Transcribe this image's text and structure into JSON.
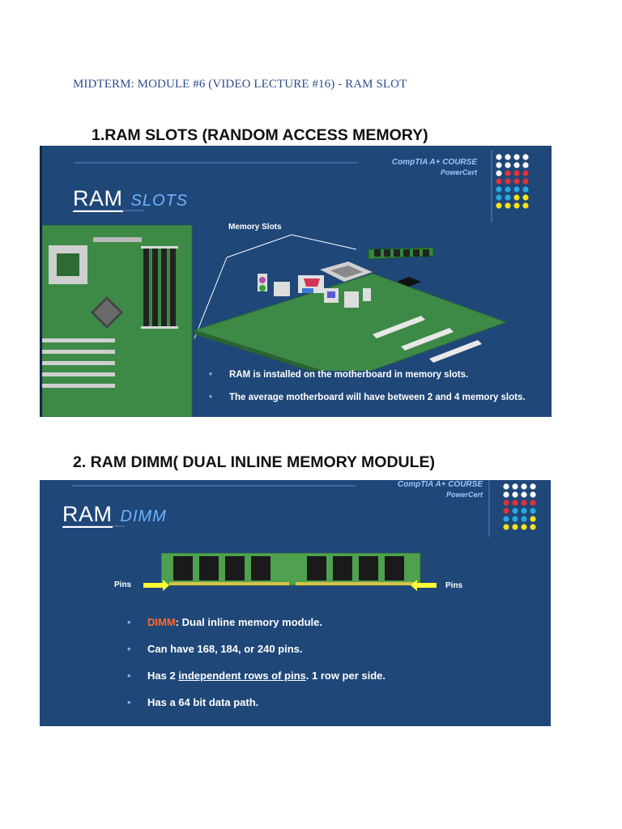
{
  "document": {
    "title": "MIDTERM: MODULE #6 (VIDEO LECTURE #16) - RAM SLOT"
  },
  "sections": [
    {
      "heading": "1.RAM SLOTS (RANDOM ACCESS MEMORY)",
      "slide": {
        "brand_line1": "CompTIA A+ COURSE",
        "brand_line2": "PowerCert",
        "title_main": "RAM",
        "title_sub": "SLOTS",
        "callout": "Memory Slots",
        "bullets": [
          "RAM is installed on the motherboard in memory slots.",
          "The average motherboard will have between 2 and 4 memory slots."
        ]
      }
    },
    {
      "heading": "2. RAM DIMM( DUAL INLINE MEMORY MODULE)",
      "slide": {
        "brand_line1": "CompTIA A+ COURSE",
        "brand_line2": "PowerCert",
        "title_main": "RAM",
        "title_sub": "DIMM",
        "pins_left": "Pins",
        "pins_right": "Pins",
        "bullet1_key": "DIMM",
        "bullet1_rest": ": Dual inline memory module.",
        "bullet2": "Can have 168, 184, or 240 pins.",
        "bullet3_pre": "Has 2 ",
        "bullet3_ul": "independent rows of pins",
        "bullet3_post": ".  1 row per side.",
        "bullet4": "Has a 64 bit data path."
      }
    }
  ],
  "colors": {
    "slide_bg": "#1f4778",
    "title_text": "#2e4b8f",
    "accent_blue": "#6fb3ff",
    "dimm_key": "#ff6a2a",
    "board_green": "#3f8a4a"
  }
}
